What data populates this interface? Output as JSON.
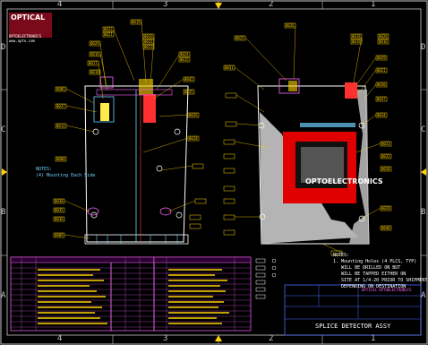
{
  "drawing": {
    "grid": {
      "top": [
        "4",
        "3",
        "2",
        "1"
      ],
      "bottom": [
        "4",
        "3",
        "2",
        "1"
      ],
      "left": [
        "D",
        "C",
        "B",
        "A"
      ],
      "right": [
        "D",
        "C",
        "B",
        "A"
      ]
    },
    "logo": {
      "brand": "OPTICAL",
      "subtitle": "OPTOELECTRONICS",
      "url": "www.opto.com"
    },
    "board_text": "OPTOELECTRONICS",
    "notes_left": "NOTES:\n(4) Mounting Each Side",
    "notes_right": "NOTES:\n1. Mounting Holes (4 PLCS, TYP)\n   WILL BE DRILLED ON BUT\n   WILL BE TAPPED EITHER ON\n   SITE AT 1/4-20 PRIOR TO SHIPMENT\n   DEPENDING ON DESTINATION",
    "title_block": {
      "title": "SPLICE DETECTOR ASSY",
      "company": "OPTICAL OPTOELECTRONICS"
    },
    "callouts": {
      "left_top": [
        "0022",
        "0021",
        "0029",
        "0016",
        "0017",
        "0018",
        "0019",
        "0020",
        "0031",
        "0013",
        "0024",
        "0015",
        "0042",
        "0025",
        "0026",
        "0028"
      ],
      "right_top": [
        "0025",
        "0026",
        "0018",
        "0019",
        "0020",
        "0016",
        "0031",
        "0029",
        "0021",
        "0030"
      ],
      "left_side": [
        "0005",
        "0037",
        "0012",
        "0008",
        "0038",
        "0035",
        "0036",
        "0009"
      ],
      "right_mid": [
        "0037",
        "0034",
        "0033",
        "0032",
        "0038",
        "0039",
        "0040"
      ]
    }
  }
}
